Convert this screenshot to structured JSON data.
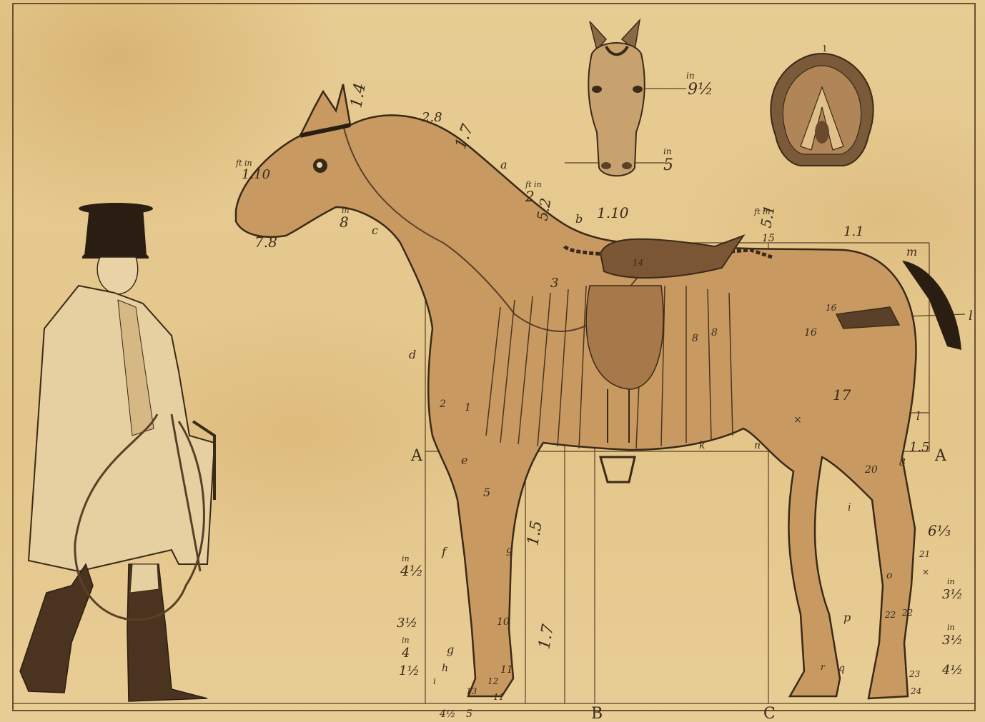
{
  "plate": {
    "row_markers": [
      "A",
      "A"
    ],
    "column_markers": [
      "B",
      "C"
    ],
    "top_measures": [
      "1.4",
      "2.8",
      "1.7"
    ],
    "head_measures": {
      "upper": "9½",
      "lower": "5",
      "unit": "in"
    },
    "hoof_number": "1",
    "horse_head_labels": [
      "ft in",
      "1.10",
      "7.8",
      "in",
      "8",
      "c"
    ],
    "neck_labels": [
      "a",
      "ft in",
      "2",
      "5.2",
      "b",
      "1.10"
    ],
    "back_labels": [
      "ft in",
      "5.1",
      "15",
      "1.1",
      "m",
      "l"
    ],
    "body_numbers": [
      "3",
      "14",
      "8",
      "8",
      "16",
      "16",
      "17",
      "2",
      "1"
    ],
    "foreleg_labels": [
      "d",
      "e",
      "5",
      "f",
      "9",
      "10",
      "g",
      "h",
      "11",
      "12",
      "13",
      "11",
      "i"
    ],
    "hindleg_labels": [
      "k",
      "n",
      "×",
      "l",
      "20",
      "8",
      "1.5",
      "i",
      "21",
      "×",
      "o",
      "p",
      "22",
      "22",
      "q",
      "r",
      "23",
      "24",
      "6⅓"
    ],
    "left_measures": [
      "in",
      "4½",
      "3½",
      "in",
      "4",
      "1½"
    ],
    "right_measures": [
      "in",
      "3½",
      "in",
      "3½",
      "4½"
    ],
    "mid_measures": [
      "1.5",
      "1.7"
    ],
    "bottom_numbers": [
      "4½",
      "5"
    ]
  }
}
